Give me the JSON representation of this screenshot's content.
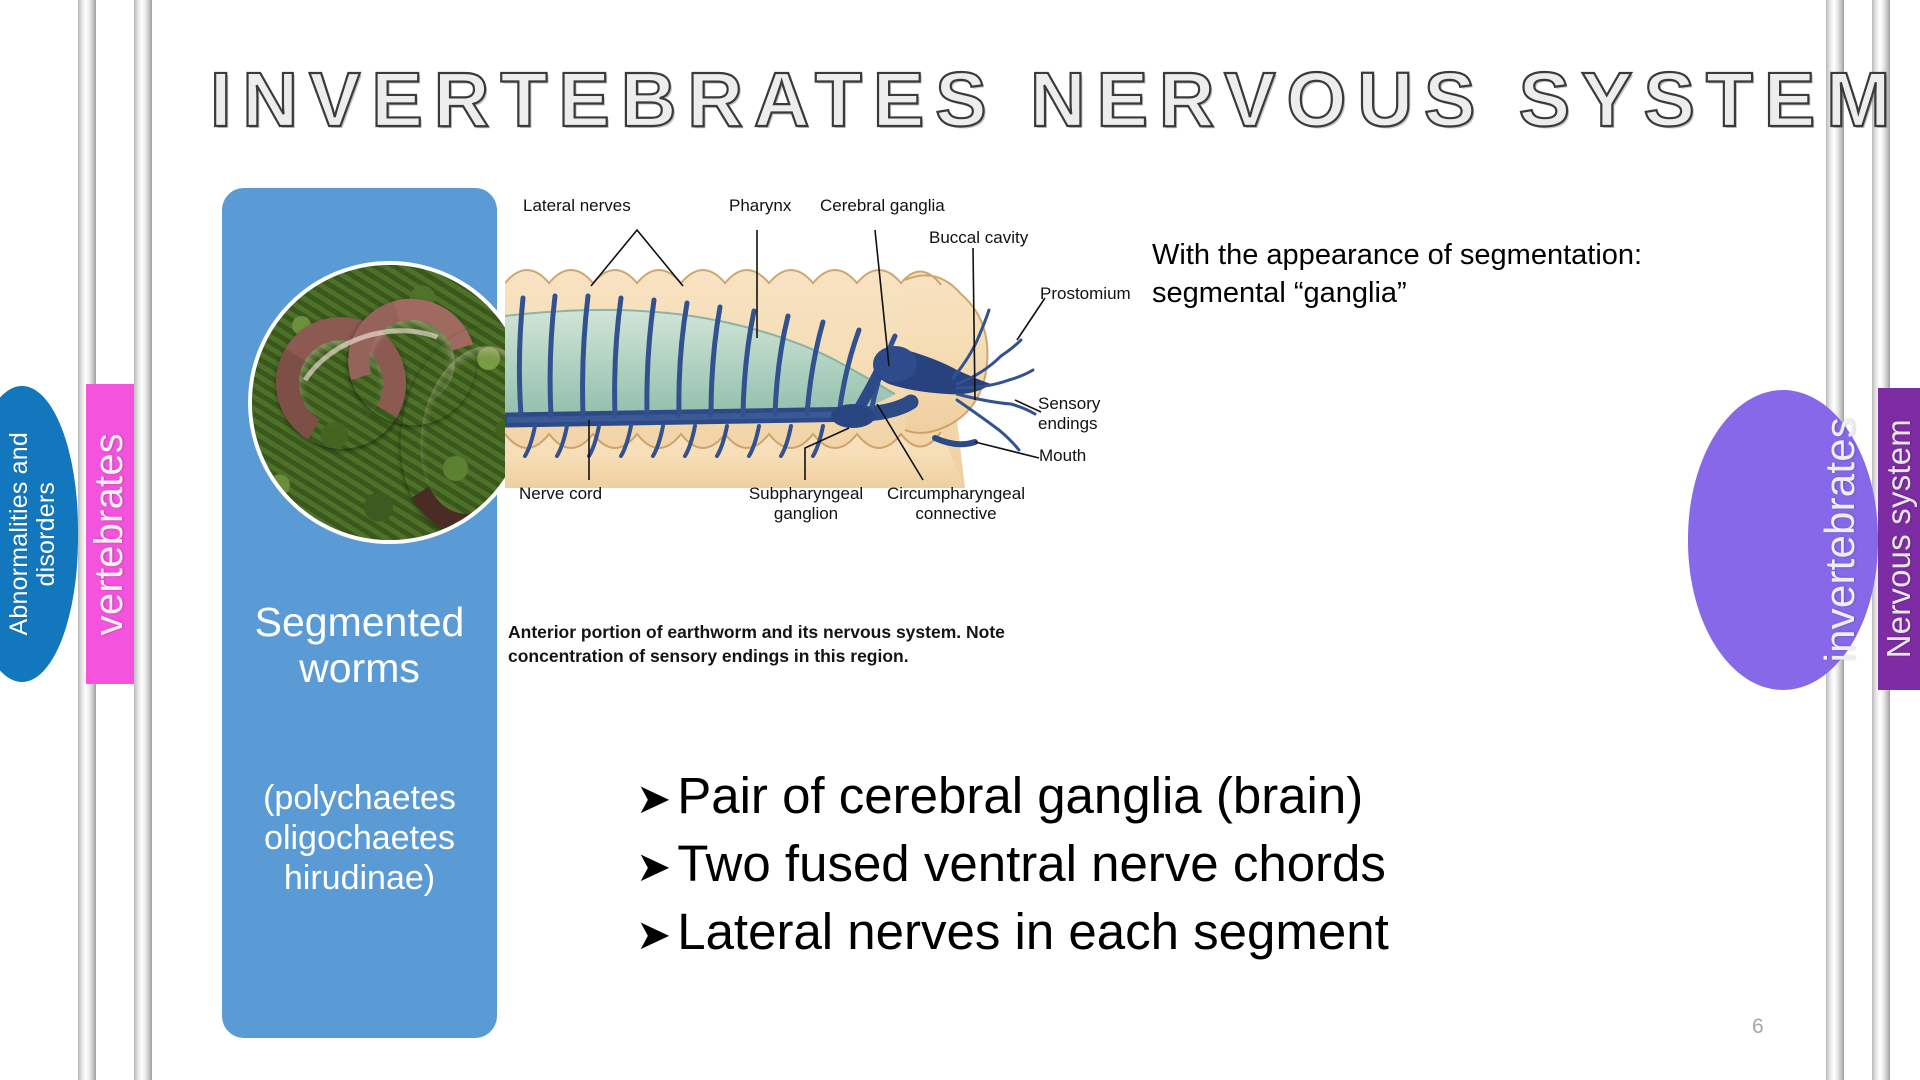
{
  "slide": {
    "title": "INVERTEBRATES NERVOUS SYSTEM",
    "number": "6",
    "background_color": "#ffffff"
  },
  "side_tabs": {
    "left": [
      {
        "label": "Abnormalities and\ndisorders",
        "color": "#1277bd",
        "shape": "ellipse"
      },
      {
        "label": "vertebrates",
        "color": "#f453dd",
        "shape": "strip"
      }
    ],
    "right": [
      {
        "label": "invertebrates",
        "color": "#8668e8",
        "shape": "ellipse"
      },
      {
        "label": "Nervous system",
        "color": "#7e2ca3",
        "shape": "strip"
      }
    ]
  },
  "worm_card": {
    "background_color": "#5b9bd5",
    "title": "Segmented worms",
    "subtitle": "(polychaetes\noligochaetes\nhirudinae)",
    "photo_alt": "earthworms on moss"
  },
  "figure": {
    "labels": {
      "lateral_nerves": "Lateral nerves",
      "pharynx": "Pharynx",
      "cerebral_ganglia": "Cerebral ganglia",
      "buccal_cavity": "Buccal cavity",
      "prostomium": "Prostomium",
      "sensory_endings": "Sensory\nendings",
      "mouth": "Mouth",
      "nerve_cord": "Nerve cord",
      "subpharyngeal_ganglion": "Subpharyngeal\nganglion",
      "circumpharyngeal_connective": "Circumpharyngeal\nconnective"
    },
    "caption": "Anterior portion of earthworm and its nervous system. Note concentration of sensory endings in this region."
  },
  "note": {
    "text": "With the appearance of segmentation: segmental “ganglia”"
  },
  "bullets": {
    "marker": "➤",
    "items": [
      "Pair of cerebral ganglia (brain)",
      "Two fused ventral nerve chords",
      "Lateral nerves in each segment"
    ]
  }
}
